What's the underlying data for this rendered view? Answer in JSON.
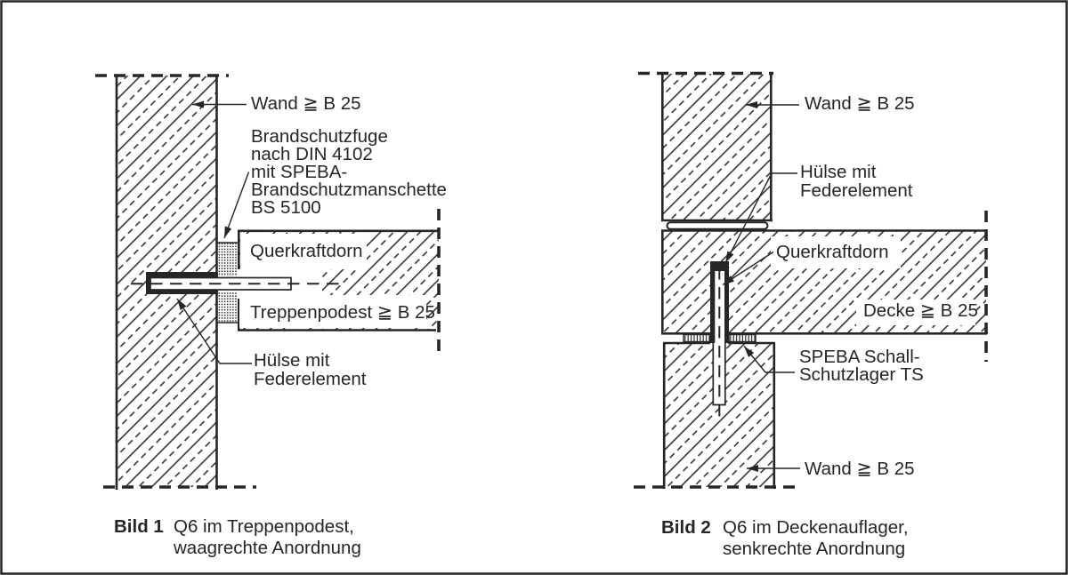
{
  "figure1": {
    "caption": {
      "label": "Bild 1",
      "lines": [
        "Q6 im Treppenpodest,",
        "waagrechte Anordnung"
      ]
    },
    "labels": {
      "wand": "Wand ≧ B 25",
      "brandschutz": [
        "Brandschutzfuge",
        "nach DIN 4102",
        "mit SPEBA-",
        "Brandschutzmanschette",
        "BS 5100"
      ],
      "querkraftdorn": "Querkraftdorn",
      "treppenpodest": "Treppenpodest ≧ B 25",
      "huelse": [
        "Hülse mit",
        "Federelement"
      ]
    }
  },
  "figure2": {
    "caption": {
      "label": "Bild 2",
      "lines": [
        "Q6 im Deckenauflager,",
        "senkrechte Anordnung"
      ]
    },
    "labels": {
      "wand_top": "Wand ≧ B 25",
      "huelse": [
        "Hülse mit",
        "Federelement"
      ],
      "querkraftdorn": "Querkraftdorn",
      "decke": "Decke ≧ B 25",
      "schall": [
        "SPEBA Schall-",
        "Schutzlager TS"
      ],
      "wand_bottom": "Wand ≧ B 25"
    }
  },
  "colors": {
    "ink": "#262626",
    "background": "#ffffff"
  }
}
